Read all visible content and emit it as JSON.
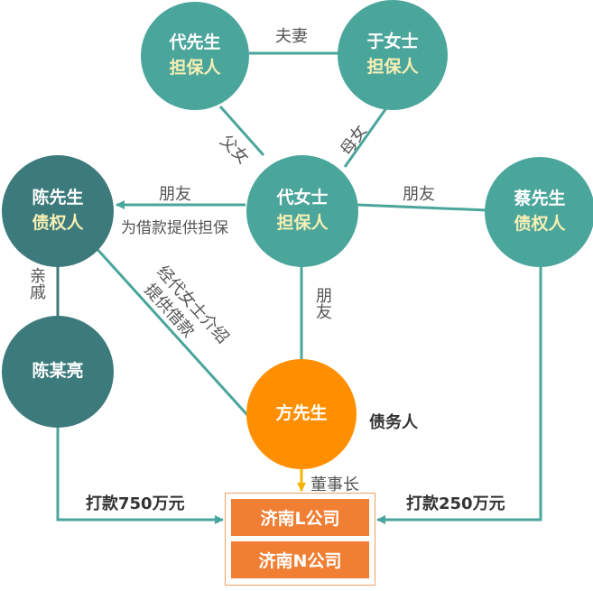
{
  "nodes": {
    "dai_xiansheng": {
      "name": "代先生",
      "role": "担保人"
    },
    "yu_nvshi": {
      "name": "于女士",
      "role": "担保人"
    },
    "chen_xiansheng": {
      "name": "陈先生",
      "role": "债权人"
    },
    "dai_nvshi": {
      "name": "代女士",
      "role": "担保人"
    },
    "cai_xiansheng": {
      "name": "蔡先生",
      "role": "债权人"
    },
    "chen_mouliang": {
      "name": "陈某亮"
    },
    "fang_xiansheng": {
      "name": "方先生",
      "role": "债务人"
    }
  },
  "relations": {
    "spouse": "夫妻",
    "father_daughter": "父女",
    "mother_daughter": "母女",
    "friend_chen": "朋友",
    "guarantee_for_loan": "为借款提供担保",
    "friend_cai": "朋友",
    "relative": "亲戚",
    "intro_loan_1": "经代女士介绍",
    "intro_loan_2": "提供借款",
    "friend_fang": "朋友",
    "chairman": "董事长",
    "pay_left": "打款750万元",
    "pay_right": "打款250万元"
  },
  "companies": [
    "济南L公司",
    "济南N公司"
  ],
  "colors": {
    "teal": "#4aa59b",
    "dark_teal": "#3c7a7c",
    "orange": "#ff8f00",
    "company_fill": "#f07f34",
    "role_text": "#f7efb4"
  }
}
